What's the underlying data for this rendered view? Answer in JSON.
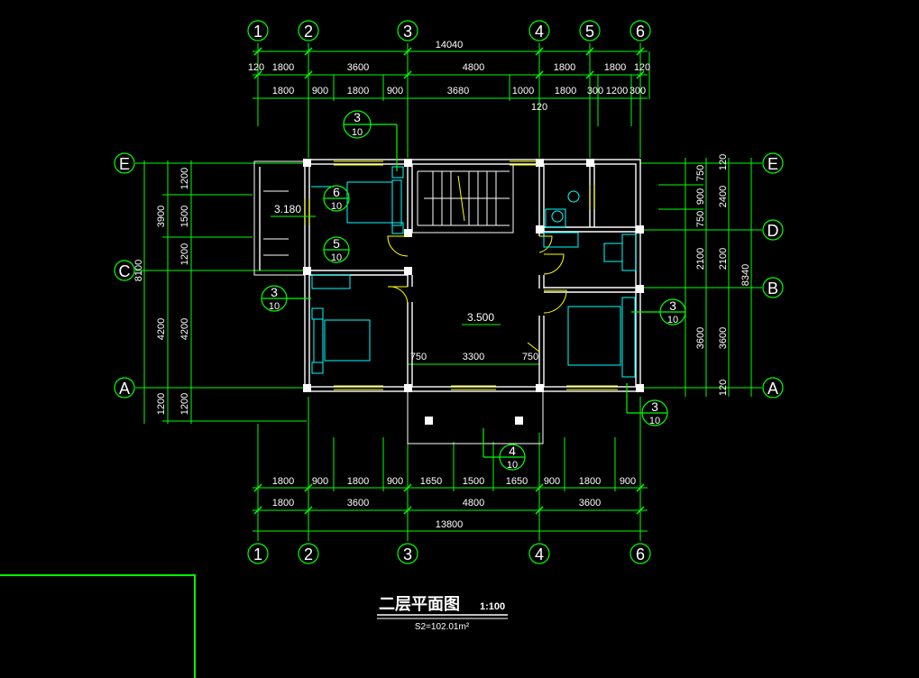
{
  "colors": {
    "background": "#000000",
    "dimension": "#00ff00",
    "wall": "#ffffff",
    "window": "#ffff00",
    "fixture": "#00ffff",
    "grid_bubble": "#00ff00",
    "label": "#ffffff"
  },
  "grid": {
    "top": [
      "1",
      "2",
      "3",
      "4",
      "5",
      "6"
    ],
    "bottom": [
      "1",
      "2",
      "3",
      "4",
      "6"
    ],
    "left": [
      "E",
      "C",
      "A"
    ],
    "right": [
      "E",
      "D",
      "B",
      "A"
    ]
  },
  "dims": {
    "top_total": "14040",
    "top_row1": [
      "120",
      "1800",
      "3600",
      "4800",
      "1800",
      "1800",
      "120"
    ],
    "top_row2": [
      "1800",
      "900",
      "1800",
      "900",
      "3680",
      "1000",
      "1800",
      "300",
      "1200",
      "300"
    ],
    "top_extra": "120",
    "bottom_row1": [
      "1800",
      "900",
      "1800",
      "900",
      "1650",
      "1500",
      "1650",
      "900",
      "1800",
      "900"
    ],
    "bottom_row2": [
      "1800",
      "3600",
      "4800",
      "3600"
    ],
    "bottom_total": "13800",
    "left_outer": [
      "3900",
      "8100",
      "4200",
      "1200"
    ],
    "left_inner": [
      "1200",
      "1500",
      "1200",
      "4200",
      "1200"
    ],
    "right_inner": [
      "750",
      "900",
      "750",
      "2100",
      "3600",
      "120"
    ],
    "right_outer": [
      "120",
      "2400",
      "2100",
      "3600",
      "120"
    ],
    "right_total": "8340",
    "interior": [
      "750",
      "3300",
      "750"
    ]
  },
  "levels": [
    "3.180",
    "3.500"
  ],
  "details": [
    {
      "num": "3",
      "sheet": "10"
    },
    {
      "num": "6",
      "sheet": "10"
    },
    {
      "num": "5",
      "sheet": "10"
    },
    {
      "num": "3",
      "sheet": "10"
    },
    {
      "num": "3",
      "sheet": "10"
    },
    {
      "num": "3",
      "sheet": "10"
    },
    {
      "num": "4",
      "sheet": "10"
    }
  ],
  "title": {
    "name": "二层平面图",
    "scale": "1:100",
    "area": "S2=102.01m²"
  }
}
